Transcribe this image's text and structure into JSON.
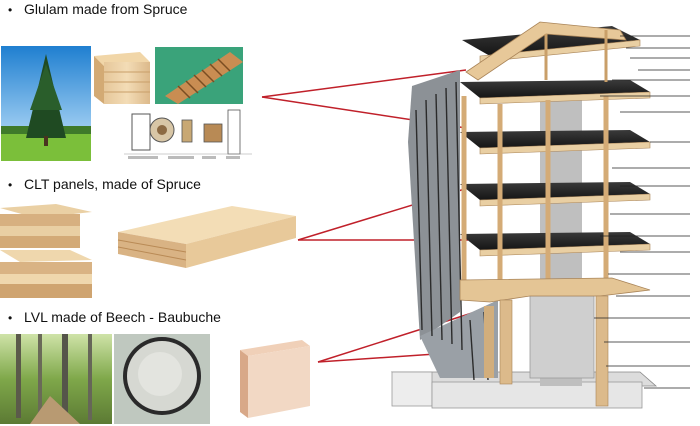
{
  "sections": [
    {
      "label": "Glulam made from Spruce",
      "bullet": "•"
    },
    {
      "label": "CLT panels, made of Spruce",
      "bullet": "•"
    },
    {
      "label": "LVL made of Beech - Baubuche",
      "bullet": "•"
    }
  ],
  "colors": {
    "leader_line": "#c0202a",
    "wood_light": "#efd9b4",
    "wood_mid": "#d9b98a",
    "steel": "#2b2b2b",
    "glass": "#9aa0a6",
    "sky": "#2f8fd8",
    "grass": "#7bbf3a"
  },
  "icons": [
    "spruce-tree-icon",
    "glulam-beam-icon",
    "finger-joint-icon",
    "glulam-diagram-icon",
    "clt-panel-stack-icon",
    "clt-panel-icon",
    "beech-forest-icon",
    "beech-log-section-icon",
    "lvl-board-icon",
    "building-section-icon"
  ]
}
